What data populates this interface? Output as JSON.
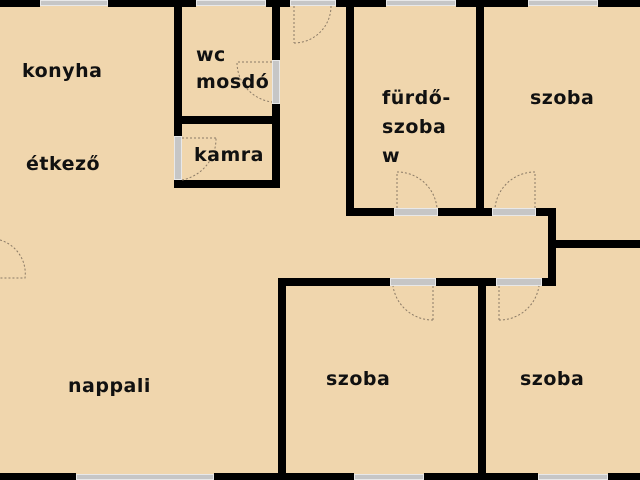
{
  "plan": {
    "background_color": "#f0d6ad",
    "wall_color": "#000000",
    "window_color": "#c6c6c6",
    "rooms": [
      {
        "id": "konyha",
        "label": "konyha"
      },
      {
        "id": "etkezo",
        "label": "étkező"
      },
      {
        "id": "wc",
        "label_line1": "wc",
        "label_line2": "mosdó"
      },
      {
        "id": "kamra",
        "label": "kamra"
      },
      {
        "id": "furdoszoba",
        "label_line1": "fürdő-",
        "label_line2": "szoba",
        "label_line3": "w"
      },
      {
        "id": "szoba-top-right",
        "label": "szoba"
      },
      {
        "id": "nappali",
        "label": "nappali"
      },
      {
        "id": "szoba-bottom-middle",
        "label": "szoba"
      },
      {
        "id": "szoba-bottom-right",
        "label": "szoba"
      }
    ]
  }
}
